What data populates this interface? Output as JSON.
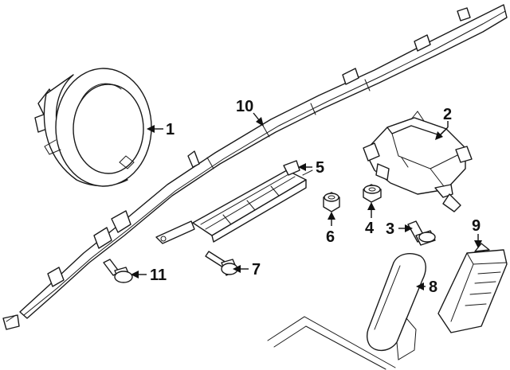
{
  "parts": [
    {
      "number": "1",
      "name": "steering-wheel-airbag"
    },
    {
      "number": "2",
      "name": "passenger-airbag"
    },
    {
      "number": "3",
      "name": "bolt"
    },
    {
      "number": "4",
      "name": "nut"
    },
    {
      "number": "5",
      "name": "knee-airbag"
    },
    {
      "number": "6",
      "name": "nut"
    },
    {
      "number": "7",
      "name": "bolt"
    },
    {
      "number": "8",
      "name": "seat-airbag"
    },
    {
      "number": "9",
      "name": "control-module"
    },
    {
      "number": "10",
      "name": "curtain-airbag"
    },
    {
      "number": "11",
      "name": "bolt"
    }
  ],
  "colors": {
    "line": "#1a1a1a",
    "background": "#ffffff"
  }
}
